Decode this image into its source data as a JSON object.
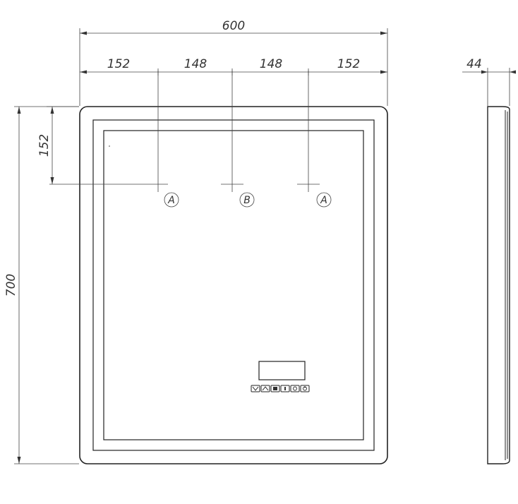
{
  "dimensions": {
    "overall_width": "600",
    "segments": [
      "152",
      "148",
      "148",
      "152"
    ],
    "depth": "44",
    "hole_offset": "152",
    "overall_height": "700"
  },
  "markers": {
    "left": "A",
    "center": "B",
    "right": "A"
  },
  "controls": {
    "icons": [
      "down-arrow-icon",
      "up-arrow-icon",
      "mirror-icon",
      "info-icon",
      "clock-icon",
      "power-icon"
    ]
  }
}
